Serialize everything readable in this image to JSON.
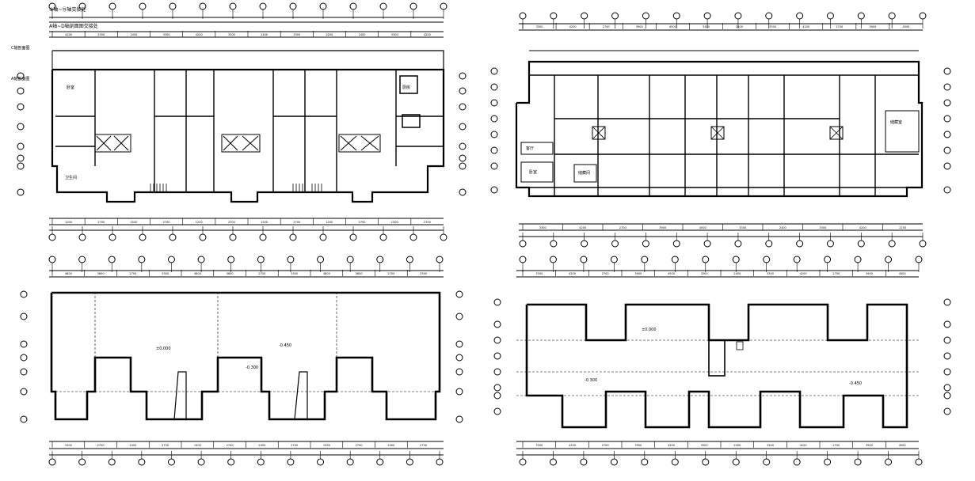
{
  "drawing": {
    "title": "CAD building floor plans",
    "line_color": "#000000",
    "background": "#ffffff"
  },
  "plans": [
    {
      "id": "plan-1",
      "labels": {
        "legend_line1": "①轴~⑮轴交接处",
        "legend_line2": "A轴~D轴剖面图交接处",
        "side_label_upper": "C轴剖面图",
        "side_label_lower": "A轴剖面图",
        "room_a": "卧室",
        "room_b": "卫生间",
        "room_c": "厨房"
      },
      "top_dims": [
        "4200",
        "3300",
        "2400",
        "3300",
        "4200",
        "3300",
        "2400",
        "3300",
        "4200",
        "2400",
        "3300",
        "4200"
      ],
      "bottom_dims": [
        "1200",
        "2700",
        "1500",
        "2700",
        "1200",
        "2700",
        "1500",
        "2700",
        "1200",
        "2700",
        "1500",
        "2700"
      ]
    },
    {
      "id": "plan-2",
      "labels": {
        "room_a": "客厅",
        "room_b": "卧室",
        "room_c": "储藏间",
        "room_d": "储藏室"
      },
      "top_dims": [
        "3300",
        "4200",
        "2700",
        "3900",
        "4500",
        "3300",
        "2400",
        "3300",
        "4200",
        "2700",
        "3900",
        "4500"
      ],
      "bottom_dims": [
        "3300",
        "4200",
        "2700",
        "3900",
        "4500",
        "3300",
        "2400",
        "3300",
        "4200",
        "2700"
      ]
    },
    {
      "id": "plan-3",
      "labels": {
        "elev_a": "±0.000",
        "elev_b": "-0.450",
        "elev_c": "-0.300"
      },
      "top_dims": [
        "4800",
        "3600",
        "2700",
        "3300",
        "4800",
        "3600",
        "2700",
        "3300",
        "4800",
        "3600",
        "2700",
        "3300"
      ],
      "bottom_dims": [
        "1500",
        "2700",
        "2400",
        "2700",
        "1500",
        "2700",
        "2400",
        "2700",
        "1500",
        "2700",
        "2400",
        "2700"
      ]
    },
    {
      "id": "plan-4",
      "labels": {
        "elev_a": "±0.000",
        "elev_b": "-0.450",
        "elev_c": "-0.300"
      },
      "top_dims": [
        "3300",
        "4200",
        "2700",
        "3900",
        "4500",
        "3300",
        "2400",
        "3300",
        "4200",
        "2700",
        "3900",
        "4500"
      ],
      "bottom_dims": [
        "3300",
        "4200",
        "2700",
        "3900",
        "4500",
        "3300",
        "2400",
        "3300",
        "4200",
        "2700",
        "3900",
        "4500"
      ]
    }
  ]
}
